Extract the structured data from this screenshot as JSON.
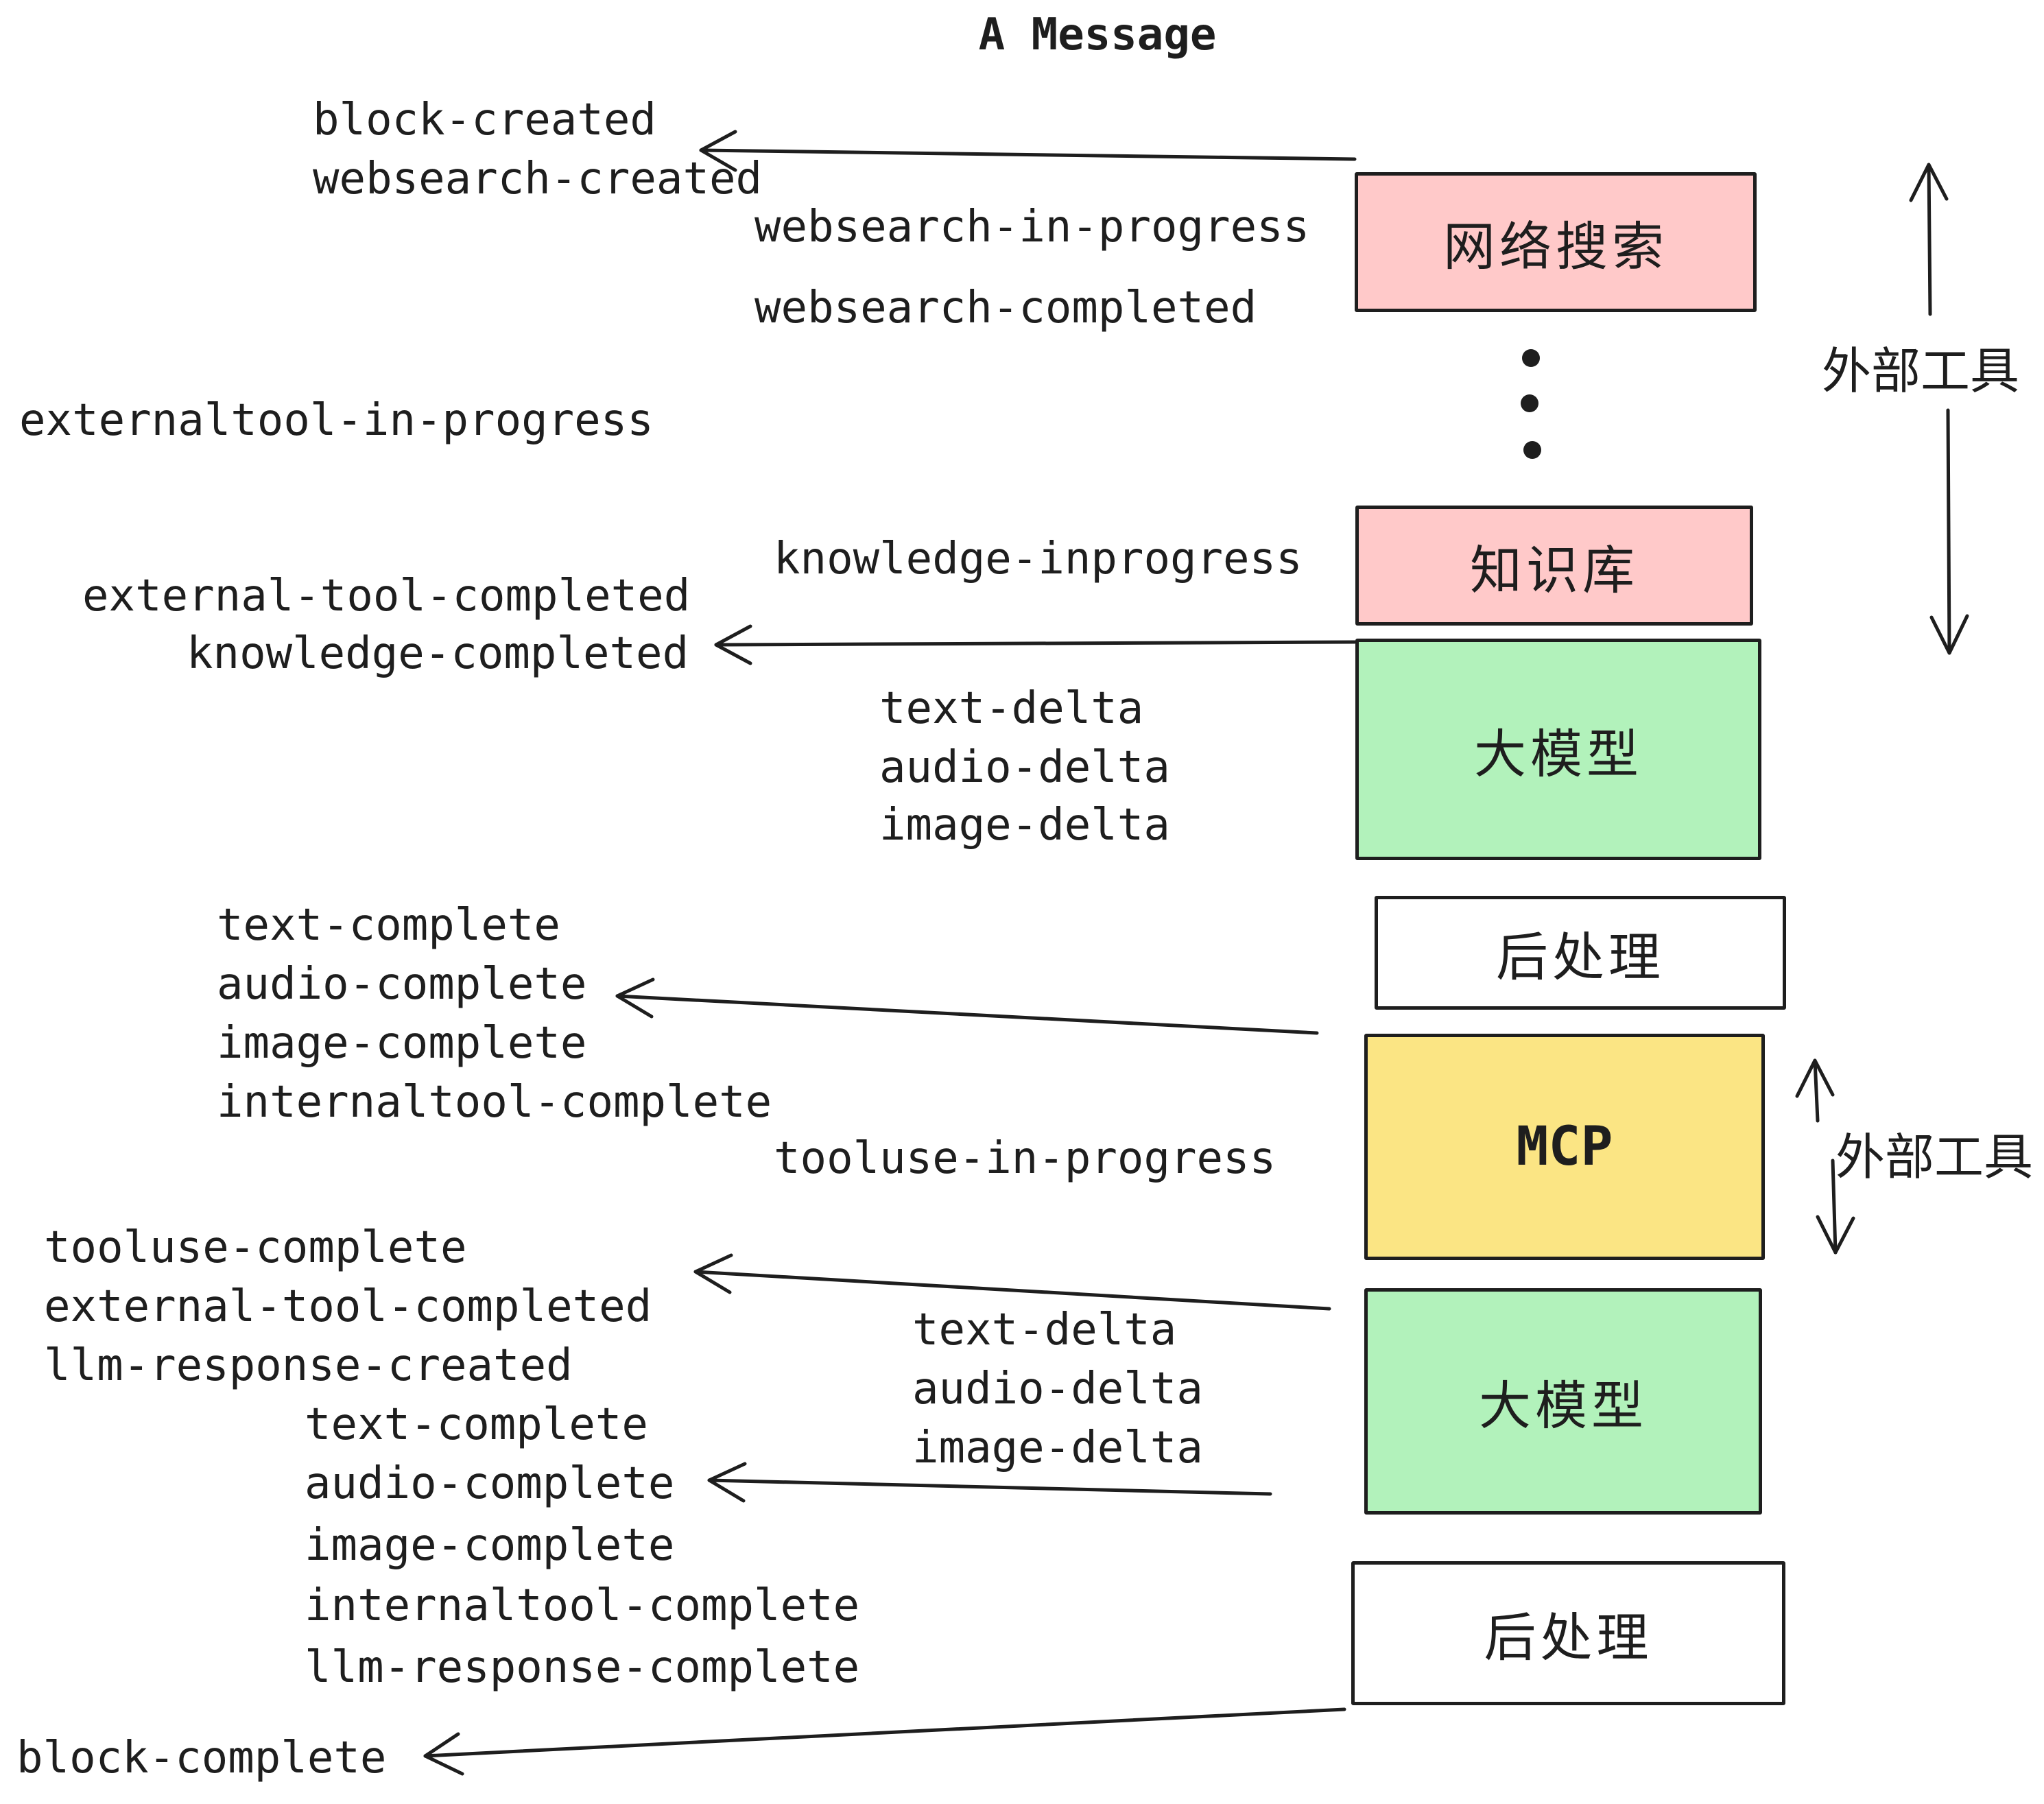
{
  "title": "A Message",
  "colors": {
    "background": "#ffffff",
    "stroke": "#1e1e1e",
    "external_tool_box": "#FFC9C9",
    "llm_box": "#B2F2BB",
    "mcp_box": "#FBE584",
    "post_process_box": "#ffffff"
  },
  "boxes": [
    {
      "id": "websearch",
      "label": "网络搜索"
    },
    {
      "id": "knowledge",
      "label": "知识库"
    },
    {
      "id": "llm-1",
      "label": "大模型"
    },
    {
      "id": "post-1",
      "label": "后处理"
    },
    {
      "id": "mcp",
      "label": "MCP"
    },
    {
      "id": "llm-2",
      "label": "大模型"
    },
    {
      "id": "post-2",
      "label": "后处理"
    }
  ],
  "side_labels": [
    "外部工具",
    "外部工具"
  ],
  "decorations": {
    "vertical_ellipsis_dots": 3
  },
  "events": [
    "block-created",
    "websearch-created",
    "websearch-in-progress",
    "websearch-completed",
    "externaltool-in-progress",
    "knowledge-inprogress",
    "external-tool-completed",
    "knowledge-completed",
    "text-delta",
    "audio-delta",
    "image-delta",
    "text-complete",
    "audio-complete",
    "image-complete",
    "internaltool-complete",
    "tooluse-in-progress",
    "tooluse-complete",
    "external-tool-completed",
    "llm-response-created",
    "text-complete",
    "audio-complete",
    "image-complete",
    "internaltool-complete",
    "llm-response-complete",
    "block-complete"
  ]
}
